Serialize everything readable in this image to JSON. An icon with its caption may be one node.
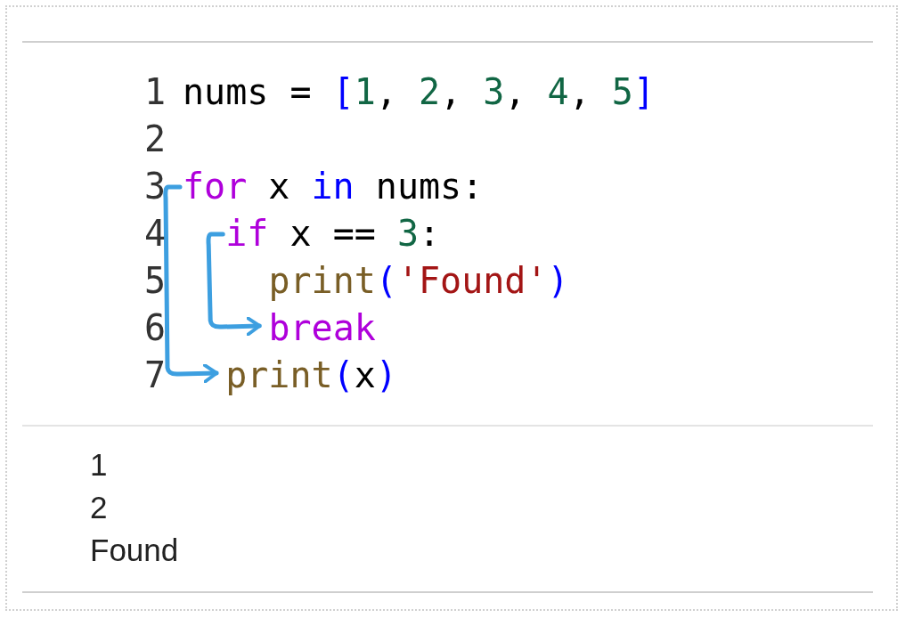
{
  "diagram": {
    "nodes": [
      {
        "text": [
          "nums = [1, 2, 3, 4, 5]"
        ]
      },
      {
        "text": [
          "for x in nums:"
        ]
      },
      {
        "text": [
          "if x == 3:"
        ]
      },
      {
        "text": [
          "print('Found')"
        ]
      },
      {
        "text": [
          "break"
        ]
      },
      {
        "text": [
          "print(x)"
        ]
      }
    ],
    "edges": [
      {
        "from": 1,
        "to": 5,
        "arrow": "to"
      },
      {
        "from": 2,
        "to": 4,
        "arrow": "to"
      }
    ],
    "labels": [
      "1",
      "2",
      "3",
      "4",
      "5",
      "6",
      "7",
      "1",
      "2",
      "Found"
    ]
  }
}
